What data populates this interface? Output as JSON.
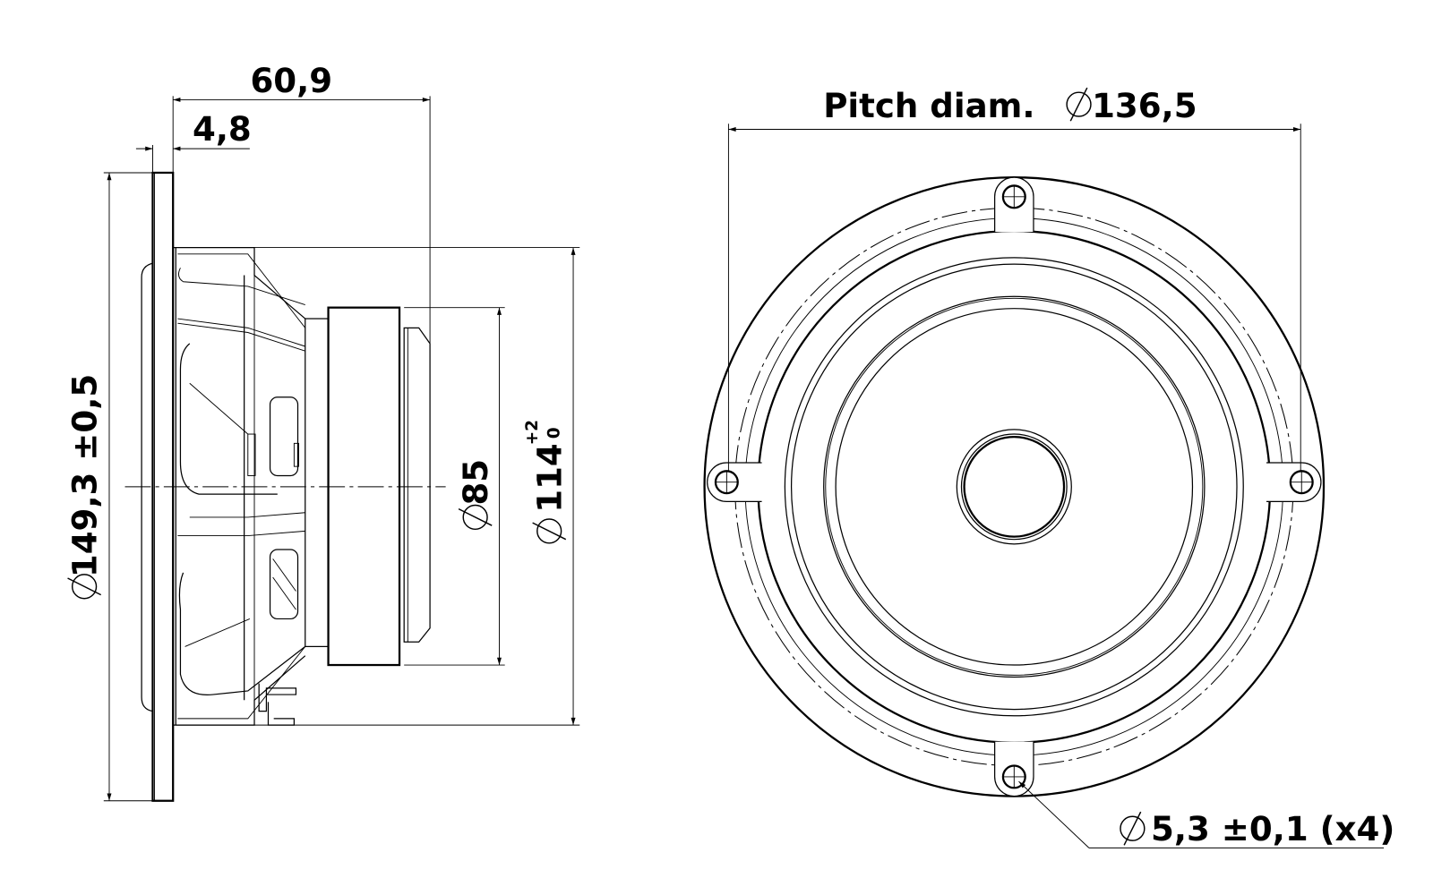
{
  "side_view": {
    "overall_depth": "60,9",
    "flange_thickness": "4,8",
    "outer_diameter": "149,3 ±0,5",
    "magnet_diameter": "85",
    "cutout_diameter": "114",
    "cutout_tolerance_upper": "+2",
    "cutout_tolerance_lower": "0"
  },
  "front_view": {
    "pitch_label": "Pitch diam.",
    "pitch_diameter": "136,5",
    "hole_spec": "5,3 ±0,1 (x4)"
  },
  "colors": {
    "line": "#000000",
    "background": "#ffffff"
  }
}
